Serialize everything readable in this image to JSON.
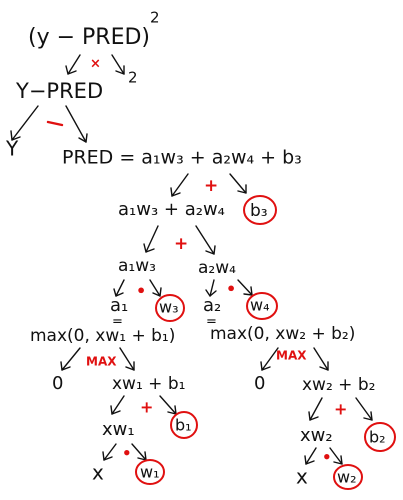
{
  "diagram": {
    "nodes": {
      "loss": "(y − PRED)",
      "loss_exp": "2",
      "diff": "Y−PRED",
      "exp2": "2",
      "y_leaf": "Y",
      "pred_eq": "PRED = a₁w₃ + a₂w₄ + b₃",
      "sum_a1w3_a2w4": "a₁w₃ + a₂w₄",
      "b3": "b₃",
      "a1w3": "a₁w₃",
      "a2w4": "a₂w₄",
      "a1": "a₁",
      "w3": "w₃",
      "a2": "a₂",
      "w4": "w₄",
      "a1_def": "max(0, xw₁ + b₁)",
      "a2_def": "max(0, xw₂ + b₂)",
      "zero_left": "0",
      "xw1_b1": "xw₁ + b₁",
      "zero_right": "0",
      "xw2_b2": "xw₂ + b₂",
      "xw1": "xw₁",
      "b1": "b₁",
      "xw2": "xw₂",
      "b2": "b₂",
      "x_left": "x",
      "w1": "w₁",
      "x_right": "x",
      "w2": "w₂",
      "eq_left": "=",
      "eq_right": "="
    },
    "ops": {
      "mul_top": "×",
      "plus_1": "+",
      "plus_2": "+",
      "mul_a1w3": "•",
      "mul_a2w4": "•",
      "max_left": "MAX",
      "max_right": "MAX",
      "plus_left": "+",
      "plus_right": "+",
      "mul_left": "•",
      "mul_right": "•"
    },
    "colors": {
      "ink": "#111111",
      "accent": "#e01010"
    }
  }
}
